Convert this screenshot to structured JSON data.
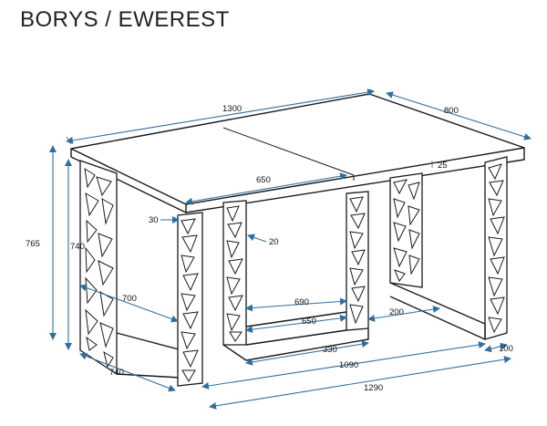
{
  "title": "BORYS / EWEREST",
  "dimensions": {
    "top_length": "1300",
    "top_width": "800",
    "center_width": "650",
    "leg_thickness": "30",
    "leg_inner": "20",
    "top_thickness": "25",
    "total_height": "765",
    "leg_height": "740",
    "leg_depth_diag": "700",
    "base_inner": "690",
    "base_inner_2": "650",
    "base_side": "200",
    "base_offset": "330",
    "inner_length": "1090",
    "foot": "100",
    "left_depth": "740",
    "total_length": "1290"
  },
  "colors": {
    "dimension_line": "#2f6f9f",
    "outline": "#1a1a1a"
  }
}
